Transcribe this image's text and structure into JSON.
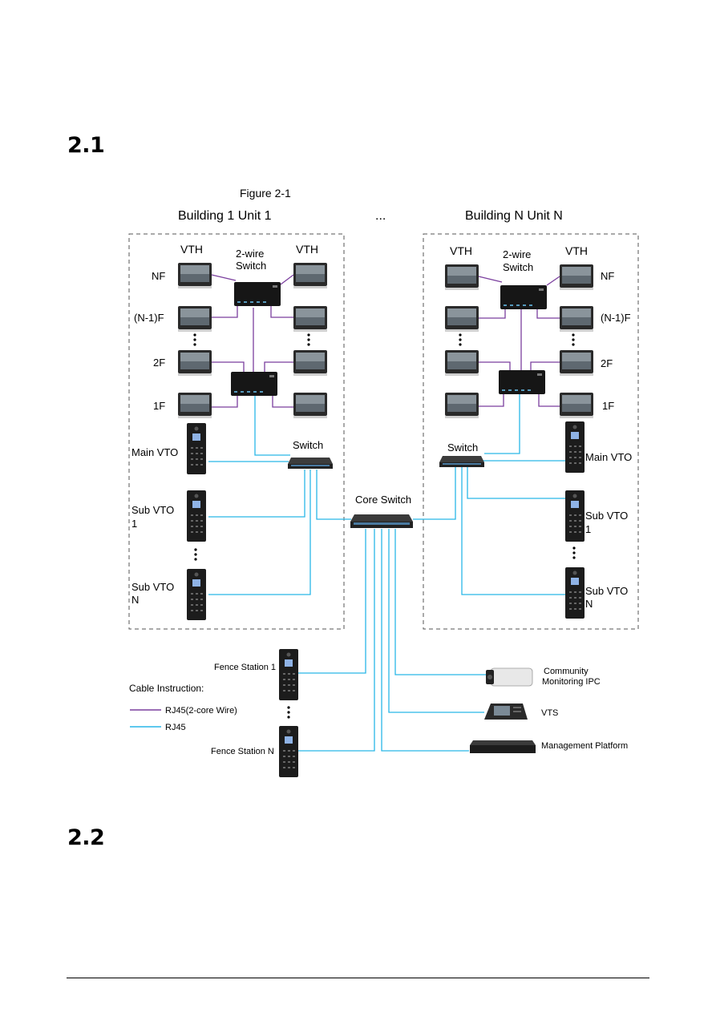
{
  "sections": [
    {
      "number": "2.1"
    },
    {
      "number": "2.2"
    }
  ],
  "figure": {
    "caption": "Figure 2-1",
    "building_left_title": "Building 1 Unit 1",
    "building_right_title": "Building N Unit N",
    "ellipsis": "...",
    "vth_label": "VTH",
    "two_wire_line1": "2-wire",
    "two_wire_line2": "Switch",
    "switch_label": "Switch",
    "core_switch_label": "Core Switch",
    "floors": {
      "nf": "NF",
      "n1f": "(N-1)F",
      "f2": "2F",
      "f1": "1F"
    },
    "main_vto": "Main VTO",
    "sub_vto": "Sub VTO",
    "sub_vto_1_suffix": "1",
    "sub_vto_n_suffix": "N",
    "fence_station_1": "Fence Station 1",
    "fence_station_n": "Fence Station N",
    "community_ipc_line1": "Community",
    "community_ipc_line2": "Monitoring IPC",
    "vts": "VTS",
    "management_platform": "Management Platform",
    "cable_instruction": "Cable Instruction:",
    "legend_rj45_2core": "RJ45(2-core Wire)",
    "legend_rj45": "RJ45",
    "colors": {
      "two_core_wire": "#7b3f9e",
      "rj45": "#29b6e8",
      "device_dark": "#1c1c1c"
    }
  }
}
